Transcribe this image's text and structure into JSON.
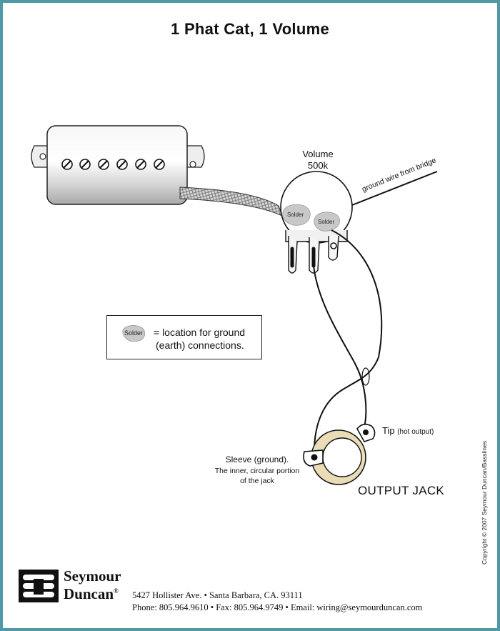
{
  "title": "1 Phat Cat, 1 Volume",
  "volume": {
    "label": "Volume",
    "value": "500k"
  },
  "solder_label": "Solder",
  "ground_wire_label": "ground wire from bridge",
  "legend": {
    "solder_label": "Solder",
    "line1": "= location for ground",
    "line2": "(earth) connections."
  },
  "tip": {
    "label": "Tip",
    "sub": "(hot output)"
  },
  "sleeve": {
    "label": "Sleeve (ground).",
    "sub": "The inner, circular portion of the jack"
  },
  "output_jack_label": "OUTPUT JACK",
  "copyright": "Copyright © 2007 Seymour Duncan/Basslines",
  "brand": {
    "line1": "Seymour",
    "line2": "Duncan",
    "reg": "®",
    "address": "5427 Hollister Ave. • Santa Barbara, CA. 93111",
    "contact": "Phone: 805.964.9610 • Fax: 805.964.9749 • Email: wiring@seymourduncan.com"
  },
  "colors": {
    "frame": "#4f9aa6",
    "solder": "#c8c8c8",
    "jack_ring": "#e9dcb6",
    "pickup_cover": "#e8e8e8",
    "braid": "#9a9a9a"
  },
  "icons": {
    "pickup": "p90-pickup-icon",
    "pot": "potentiometer-icon",
    "jack": "output-jack-icon",
    "logo": "seymour-duncan-logo-icon"
  }
}
